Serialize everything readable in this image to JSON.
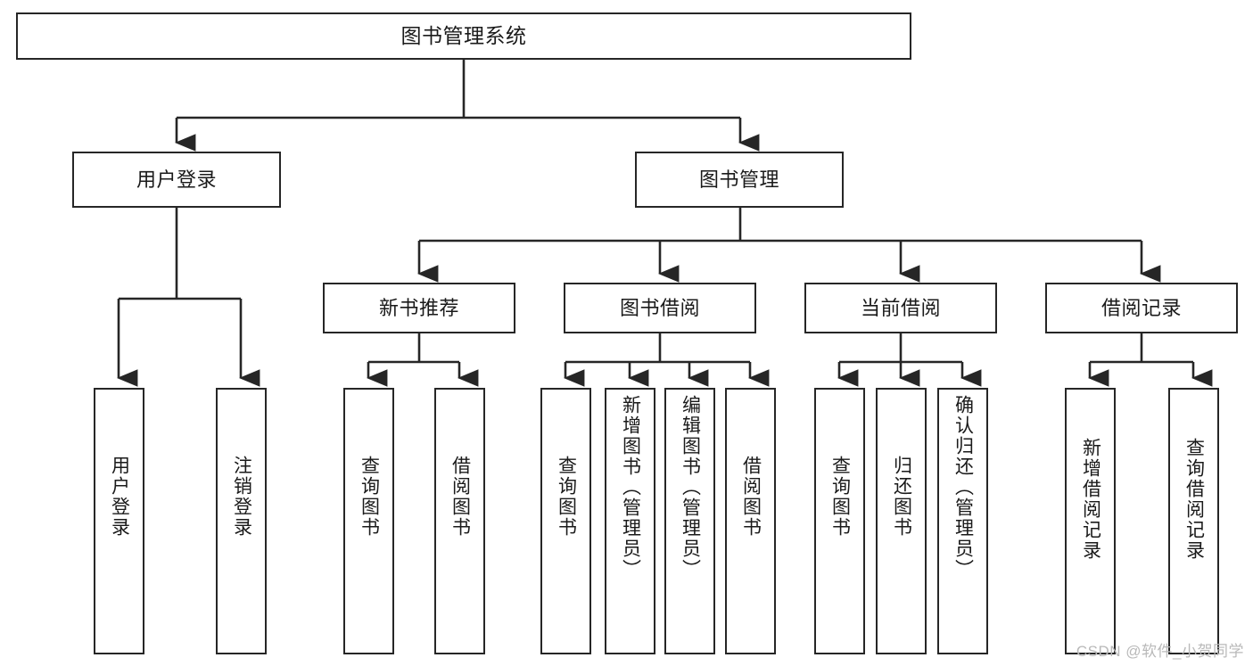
{
  "diagram": {
    "title": "图书管理系统",
    "type": "tree-hierarchy-chart",
    "colors": {
      "stroke": "#262626",
      "fill": "#ffffff",
      "text": "#1a1a1a",
      "watermark": "#b9b9b9"
    },
    "root": {
      "label": "图书管理系统"
    },
    "level2": [
      {
        "label": "用户登录"
      },
      {
        "label": "图书管理"
      }
    ],
    "level3": [
      {
        "label": "新书推荐"
      },
      {
        "label": "图书借阅"
      },
      {
        "label": "当前借阅"
      },
      {
        "label": "借阅记录"
      }
    ],
    "leaves": {
      "user_login": [
        {
          "label": "用户登录"
        },
        {
          "label": "注销登录"
        }
      ],
      "new_book_recommend": [
        {
          "label": "查询图书"
        },
        {
          "label": "借阅图书"
        }
      ],
      "book_borrow": [
        {
          "label": "查询图书"
        },
        {
          "label": "新增图书（管理员）"
        },
        {
          "label": "编辑图书（管理员）"
        },
        {
          "label": "借阅图书"
        }
      ],
      "current_borrow": [
        {
          "label": "查询图书"
        },
        {
          "label": "归还图书"
        },
        {
          "label": "确认归还（管理员）"
        }
      ],
      "borrow_record": [
        {
          "label": "新增借阅记录"
        },
        {
          "label": "查询借阅记录"
        }
      ]
    }
  },
  "watermark": {
    "text": "CSDN @软件_小贺同学"
  }
}
